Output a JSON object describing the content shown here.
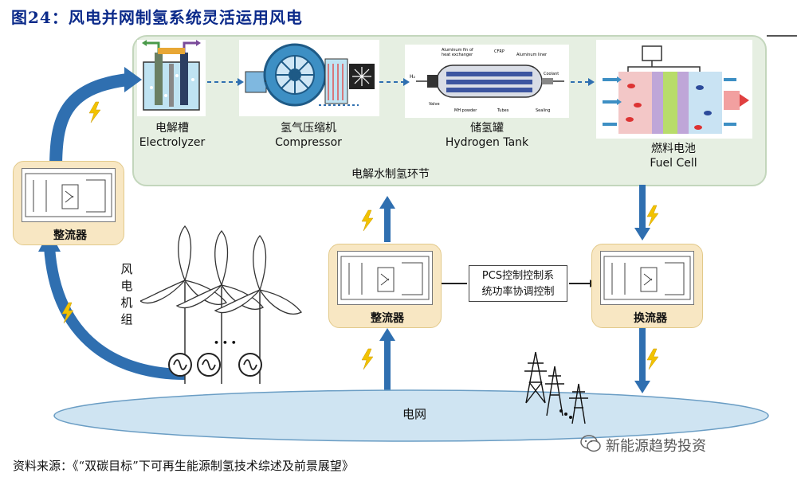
{
  "figure_title": "图24：风电并网制氢系统灵活运用风电",
  "electrolysis_section_label": "电解水制氢环节",
  "components": {
    "electrolyzer": {
      "zh": "电解槽",
      "en": "Electrolyzer"
    },
    "compressor": {
      "zh": "氢气压缩机",
      "en": "Compressor"
    },
    "hydrogen_tank": {
      "zh": "储氢罐",
      "en": "Hydrogen Tank"
    },
    "fuel_cell": {
      "zh": "燃料电池",
      "en": "Fuel Cell"
    }
  },
  "tank_annotations": {
    "aluminum_fin": "Aluminum fin of",
    "heat_exchanger": "heat exchanger",
    "cfrp": "CFRP",
    "aluminum_liner": "Aluminum liner",
    "h2": "H₂",
    "valve": "Valve",
    "mh_powder": "MH powder",
    "tubes": "Tubes",
    "sealing": "Sealing",
    "coolant": "Coolant"
  },
  "converters": {
    "left_rectifier": "整流器",
    "center_rectifier": "整流器",
    "inverter": "换流器"
  },
  "pcs_box": {
    "line1": "PCS控制控制系",
    "line2": "统功率协调控制"
  },
  "wind_turbine_label": [
    "风",
    "电",
    "机",
    "组"
  ],
  "generator_ellipsis": "• • •",
  "grid_label": "电网",
  "source_note": "资料来源：《“双碳目标”下可再生能源制氢技术综述及前景展望》",
  "watermark": "新能源趋势投资",
  "colors": {
    "title_blue": "#0b2a8a",
    "arrow_blue": "#2f6fb0",
    "panel_green": "#e6efe2",
    "converter_beige": "#f8e7c3",
    "grid_blue": "#cfe4f2",
    "lightning_yellow": "#f2c200"
  }
}
